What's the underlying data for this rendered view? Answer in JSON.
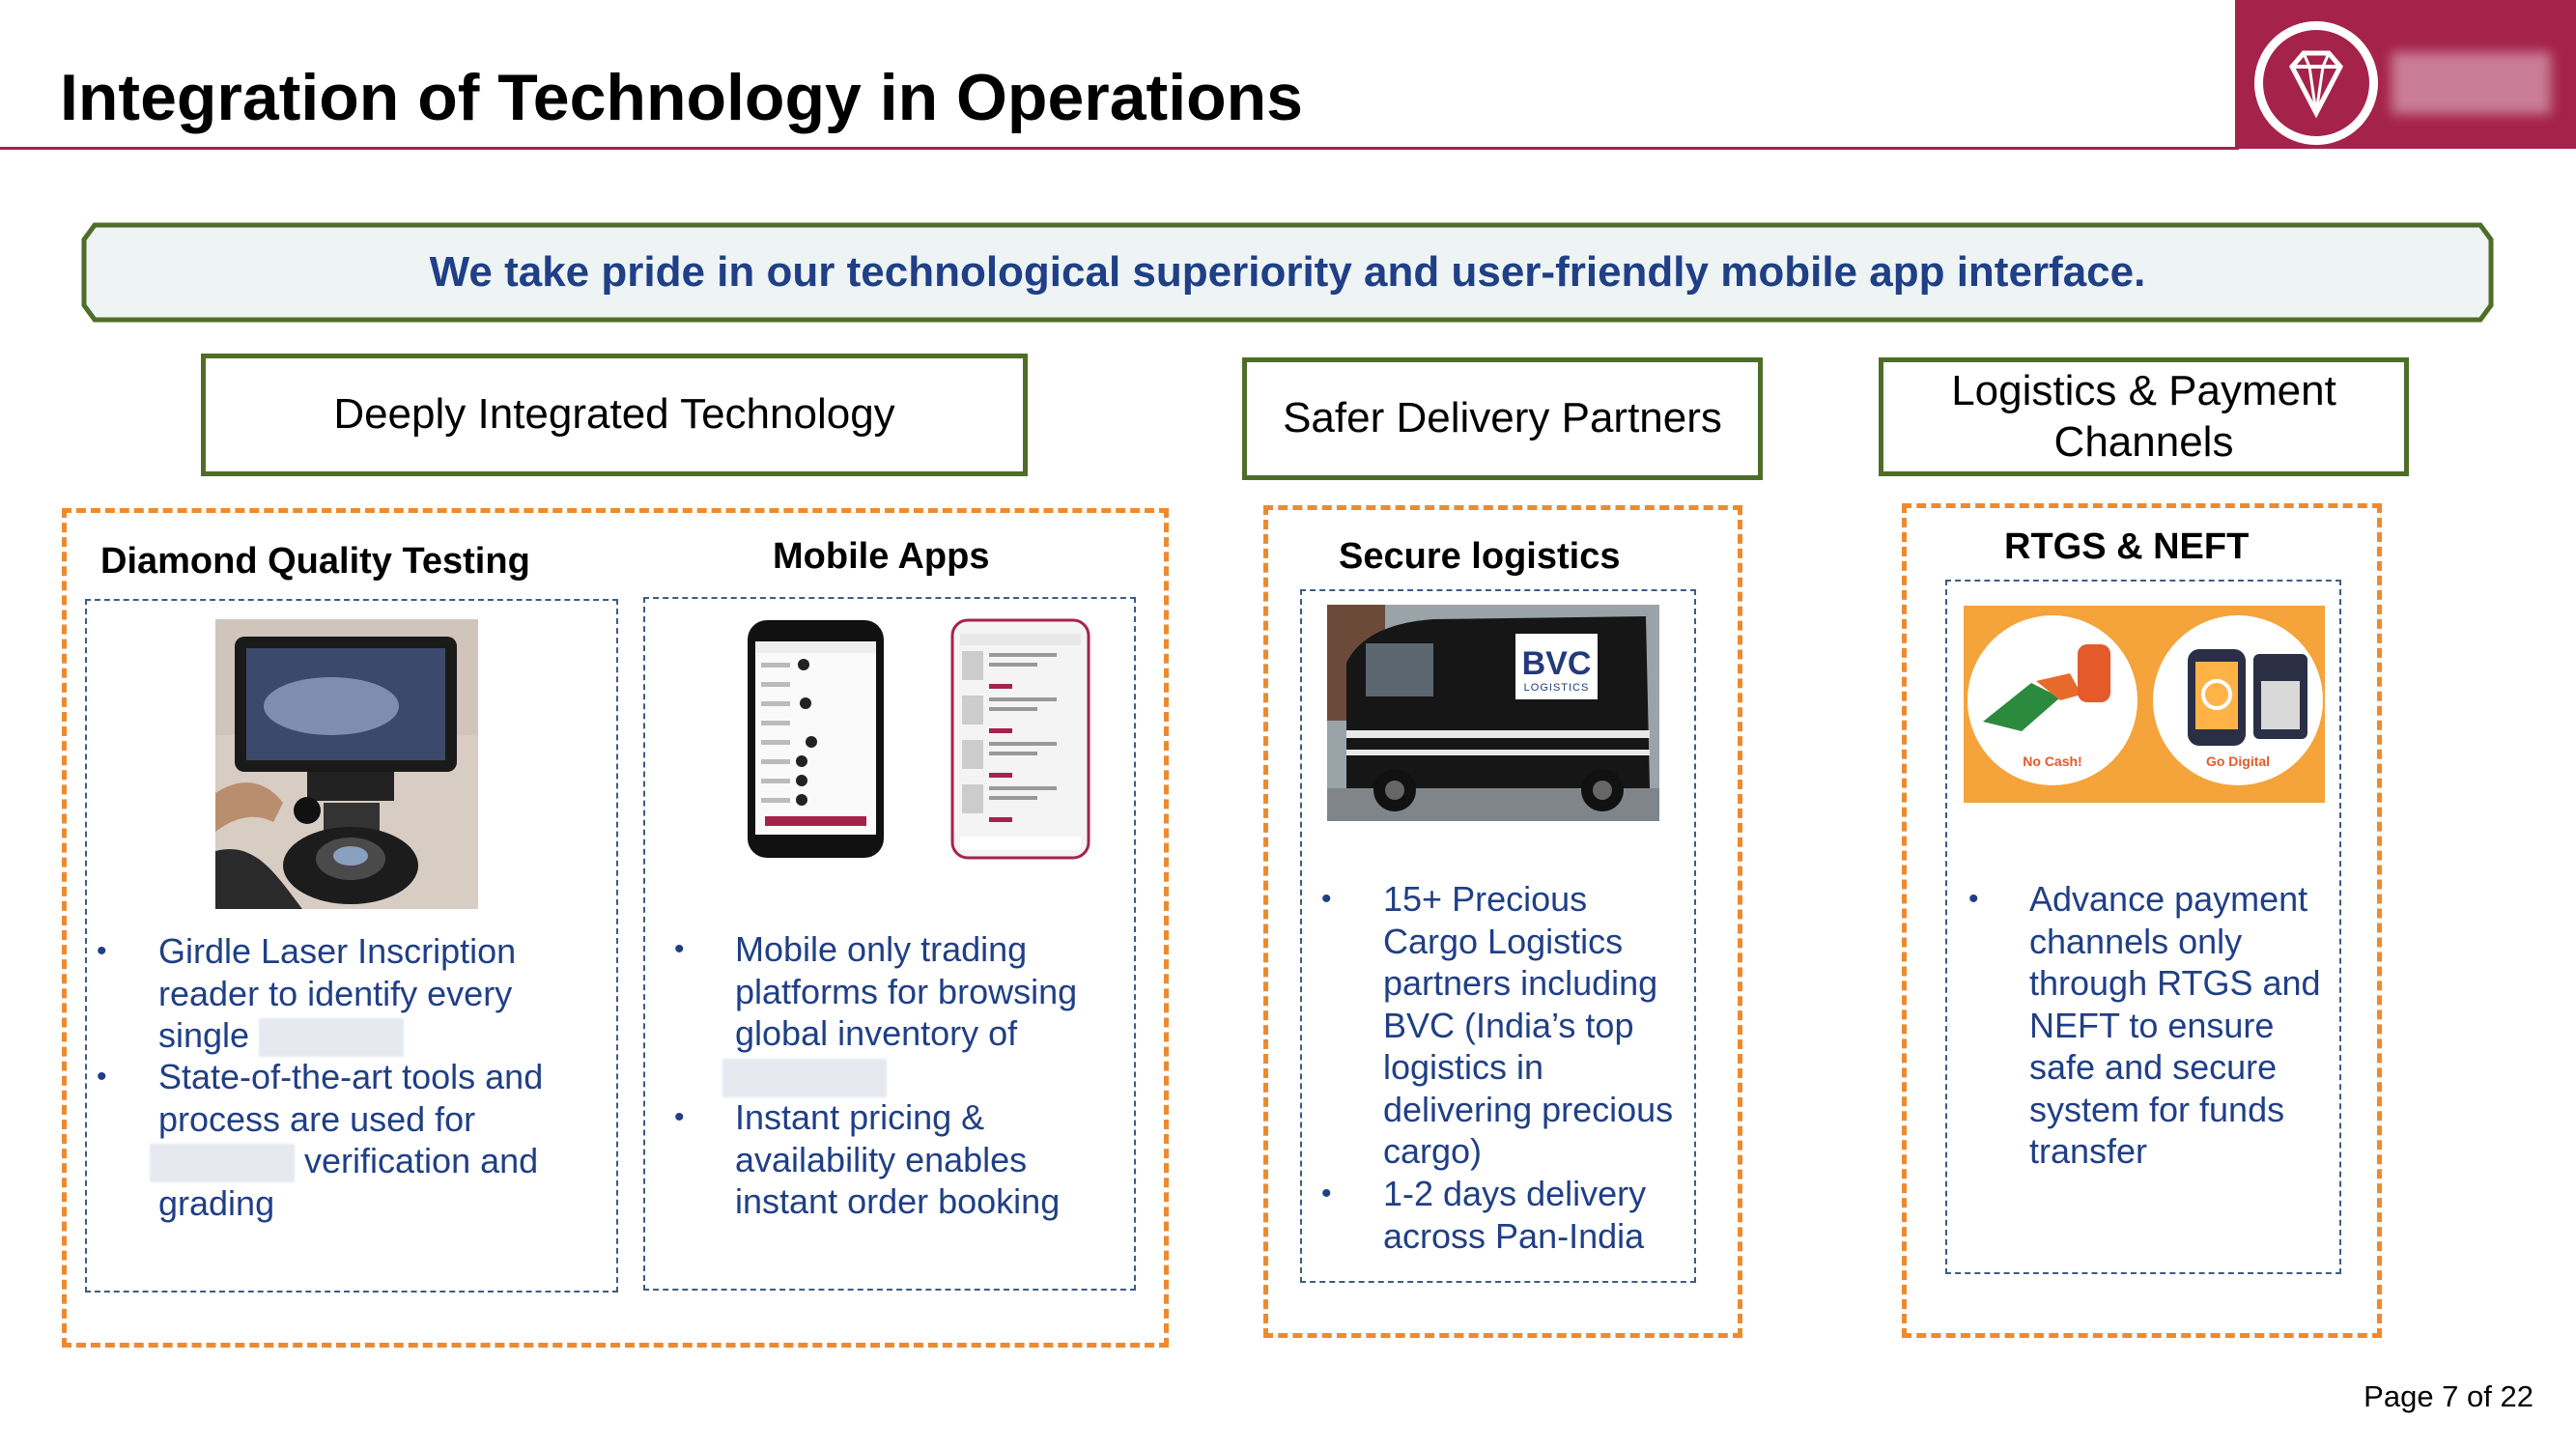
{
  "title": "Integration of Technology in Operations",
  "banner": "We take pride in our technological superiority and user-friendly mobile app interface.",
  "headers": {
    "tech": "Deeply Integrated Technology",
    "delivery": "Safer Delivery Partners",
    "logistics_line1": "Logistics & Payment",
    "logistics_line2": "Channels"
  },
  "sections": {
    "diamond": {
      "title": "Diamond Quality Testing",
      "b1_l1": "Girdle Laser Inscription",
      "b1_l2": "reader to identify every",
      "b1_l3": "single",
      "b2_l1": "State-of-the-art tools and",
      "b2_l2": "process are used for",
      "b2_l3": "verification and",
      "b2_l4": "grading"
    },
    "mobile": {
      "title": "Mobile Apps",
      "b1_l1": "Mobile only trading",
      "b1_l2": "platforms for browsing",
      "b1_l3": "global inventory of",
      "b2_l1": "Instant pricing &",
      "b2_l2": "availability enables",
      "b2_l3": "instant order booking"
    },
    "secure": {
      "title": "Secure logistics",
      "van_logo": "BVC",
      "van_sub": "LOGISTICS",
      "b1_lines": [
        "15+ Precious",
        "Cargo Logistics",
        "partners including",
        "BVC (India’s top",
        "logistics in",
        "delivering precious",
        "cargo)"
      ],
      "b2_lines": [
        "1-2 days delivery",
        "across Pan-India"
      ]
    },
    "rtgs": {
      "title": "RTGS & NEFT",
      "no_cash": "No Cash!",
      "go_digital": "Go Digital",
      "b1_lines": [
        "Advance payment",
        "channels only",
        "through RTGS and",
        "NEFT to ensure",
        "safe and secure",
        "system for funds",
        "transfer"
      ]
    }
  },
  "bullet_char": "•",
  "page_number": "Page 7 of 22",
  "colors": {
    "brand": "#a5234b",
    "text_blue": "#1f3f86",
    "orange_dash": "#ee8a2e",
    "green_border": "#4e6e28"
  }
}
